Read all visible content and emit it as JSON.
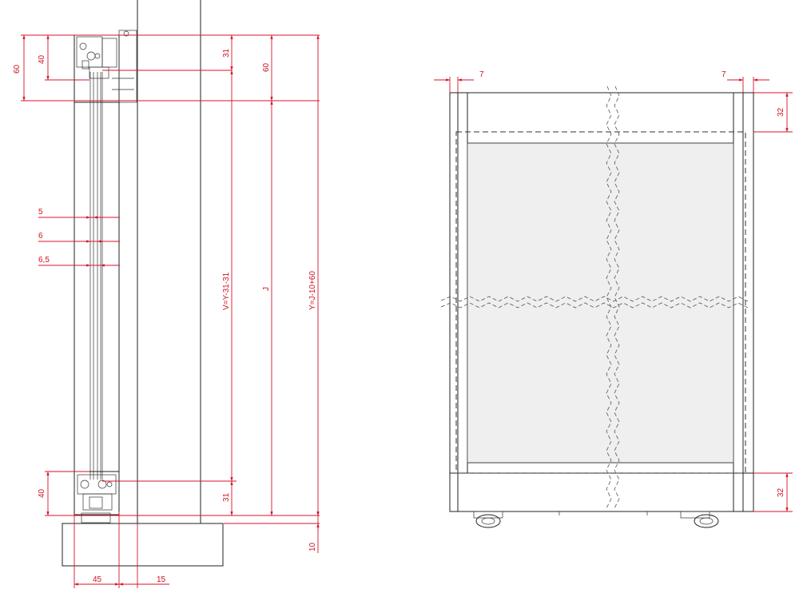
{
  "section_view": {
    "labels": {
      "h60_left": "60",
      "h40_top": "40",
      "h31_top": "31",
      "h60_right": "60",
      "glass_5": "5",
      "glass_6": "6",
      "glass_65": "6,5",
      "formula_v": "V=Y-31-31",
      "formula_j": "J",
      "formula_y": "Y=J-10+60",
      "h40_bottom": "40",
      "h31_bottom": "31",
      "h10": "10",
      "w45": "45",
      "w15": "15"
    }
  },
  "elevation_view": {
    "labels": {
      "w7_left": "7",
      "w7_right": "7",
      "h32_top": "32",
      "h32_bottom": "32"
    }
  },
  "colors": {
    "dimension": "#d8132a",
    "outline": "#222222",
    "glass_fill": "#efefef"
  }
}
